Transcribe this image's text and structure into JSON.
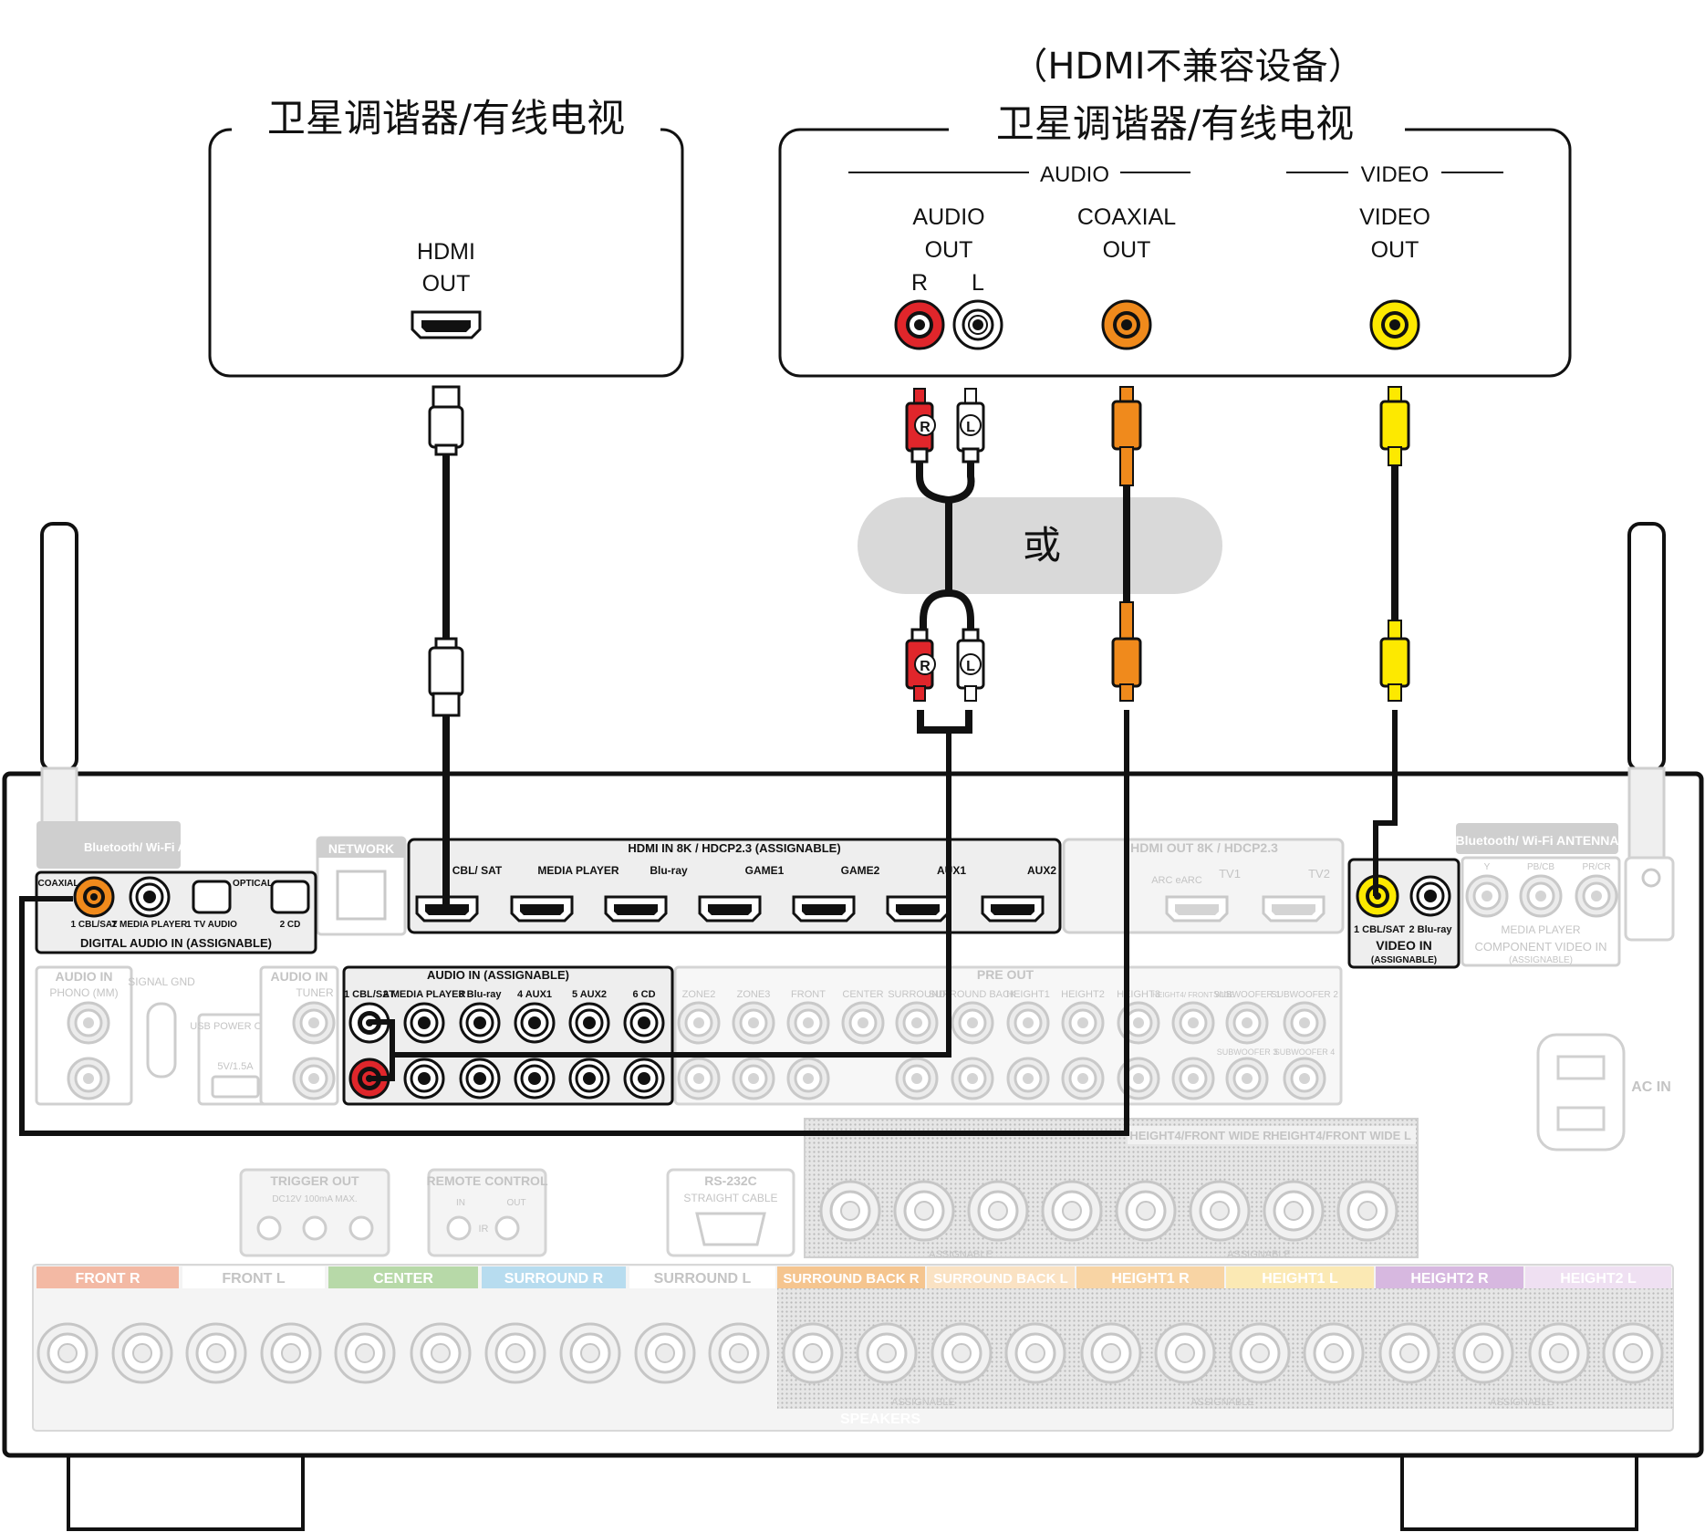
{
  "left_device": {
    "title": "卫星调谐器/有线电视",
    "hdmi_label_1": "HDMI",
    "hdmi_label_2": "OUT"
  },
  "right_device": {
    "note": "（HDMI不兼容设备）",
    "title": "卫星调谐器/有线电视",
    "audio_group": "AUDIO",
    "video_group": "VIDEO",
    "audio_out_1": "AUDIO",
    "audio_out_2": "OUT",
    "r": "R",
    "l": "L",
    "coax_1": "COAXIAL",
    "coax_2": "OUT",
    "video_out_1": "VIDEO",
    "video_out_2": "OUT"
  },
  "or_label": "或",
  "plug_r": "R",
  "plug_l": "L",
  "receiver": {
    "bt_antenna_left": "Bluetooth/ Wi-Fi ANTENNA",
    "bt_antenna_right": "Bluetooth/ Wi-Fi ANTENNA",
    "network": "NETWORK",
    "hdmi_in_header": "HDMI IN 8K / HDCP2.3 (ASSIGNABLE)",
    "hdmi_out_header": "HDMI OUT 8K / HDCP2.3",
    "hdmi_inputs": [
      "CBL/ SAT",
      "MEDIA PLAYER",
      "Blu-ray",
      "GAME1",
      "GAME2",
      "AUX1",
      "AUX2"
    ],
    "hdmi_outputs": [
      "ARC eARC",
      "TV1",
      "TV2"
    ],
    "coaxial": "COAXIAL",
    "optical": "OPTICAL",
    "digital_labels": [
      "1 CBL/SAT",
      "2 MEDIA PLAYER",
      "1 TV AUDIO",
      "2 CD"
    ],
    "digital_audio_in": "DIGITAL AUDIO IN (ASSIGNABLE)",
    "audio_in_phono": "AUDIO IN",
    "phono": "PHONO (MM)",
    "signal_gnd": "SIGNAL GND",
    "usb": "USB POWER ONLY",
    "usb_rating": "5V/1.5A",
    "tuner_audio_in": "AUDIO IN",
    "tuner": "TUNER",
    "audio_in_header": "AUDIO IN (ASSIGNABLE)",
    "audio_inputs": [
      "1 CBL/SAT",
      "2 MEDIA PLAYER",
      "3 Blu-ray",
      "4 AUX1",
      "5 AUX2",
      "6 CD"
    ],
    "pre_out": "PRE OUT",
    "zones": [
      "ZONE2",
      "ZONE3"
    ],
    "pre_out_channels": [
      "FRONT",
      "CENTER",
      "SURROUND",
      "SURROUND BACK",
      "HEIGHT1",
      "HEIGHT2",
      "HEIGHT3",
      "HEIGHT4/ FRONT WIDE",
      "SUBWOOFER 1",
      "SUBWOOFER 2"
    ],
    "sub_labels": [
      "SUBWOOFER 3",
      "SUBWOOFER 4"
    ],
    "video_in_labels": [
      "1 CBL/SAT",
      "2 Blu-ray"
    ],
    "video_in": "VIDEO IN",
    "video_assignable": "(ASSIGNABLE)",
    "component_y": "Y",
    "component_pb": "PB/CB",
    "component_pr": "PR/CR",
    "media_player": "MEDIA PLAYER",
    "component_video": "COMPONENT VIDEO IN",
    "component_assignable": "(ASSIGNABLE)",
    "ac_in": "AC IN",
    "trigger": "TRIGGER OUT",
    "trigger_spec": "DC12V 100mA MAX.",
    "remote": "REMOTE CONTROL",
    "remote_in": "IN",
    "remote_out": "OUT",
    "remote_ir": "IR",
    "rs232": "RS-232C",
    "straight_cable": "STRAIGHT CABLE",
    "height_row": [
      "HEIGHT4/FRONT WIDE R",
      "HEIGHT4/FRONT WIDE L"
    ],
    "assignable": "ASSIGNABLE",
    "speaker_labels": [
      "FRONT R",
      "FRONT L",
      "CENTER",
      "SURROUND R",
      "SURROUND L",
      "SURROUND BACK R",
      "SURROUND BACK L",
      "HEIGHT1 R",
      "HEIGHT1 L",
      "HEIGHT2 R",
      "HEIGHT2 L"
    ],
    "speakers": "SPEAKERS"
  },
  "colors": {
    "red_jack": "#e0262b",
    "white_jack": "#ffffff",
    "orange_jack": "#f08a1c",
    "yellow_jack": "#fde900",
    "cable": "#000000",
    "ghost": "#c8c8c8",
    "or_bubble": "#d9d9d9",
    "speaker_colors": [
      "#f3b9a4",
      "#ffffff",
      "#b7d9a8",
      "#b7dcef",
      "#ffffff",
      "#f5c58f",
      "#fae2c3",
      "#f8d4a4",
      "#fbe9b4",
      "#d7b8e0",
      "#efe0f2"
    ]
  }
}
